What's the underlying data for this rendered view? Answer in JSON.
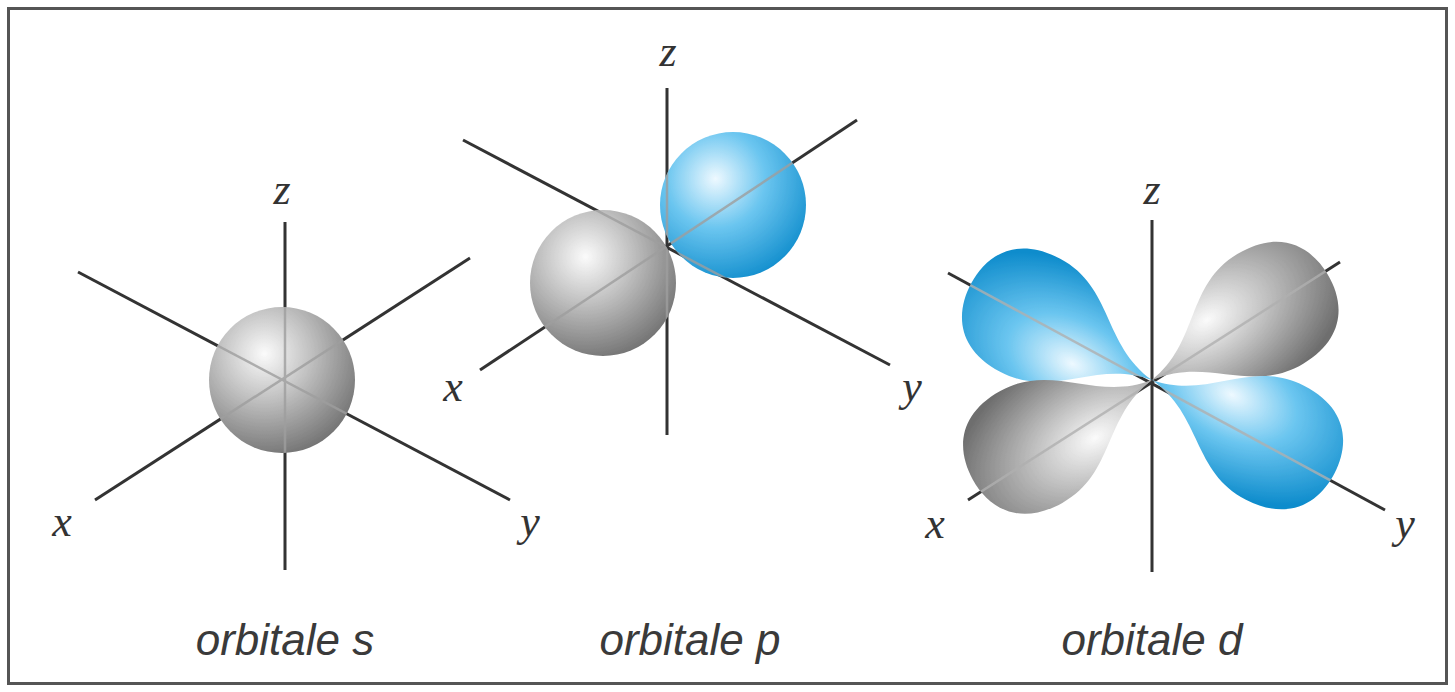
{
  "diagram": {
    "labels": [
      "z",
      "z",
      "z",
      "x",
      "y",
      "x",
      "y",
      "x",
      "y",
      "orbitale s",
      "orbitale p",
      "orbitale d"
    ]
  }
}
